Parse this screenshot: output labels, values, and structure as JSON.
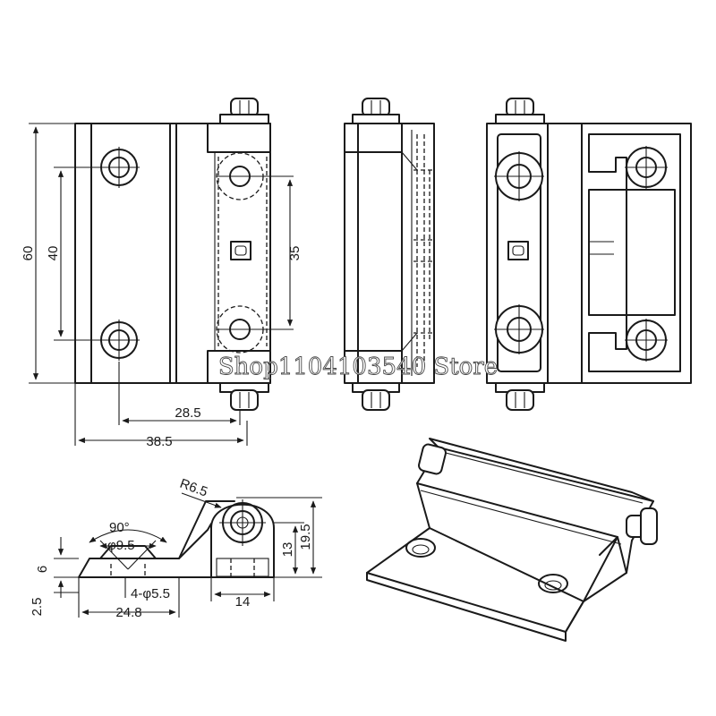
{
  "front_view": {
    "dim_height": "60",
    "dim_hole_spacing": "40",
    "dim_inner_spacing": "35",
    "dim_hole_offset": "28.5",
    "dim_width": "38.5"
  },
  "section_view": {
    "dim_radius": "R6.5",
    "dim_angle": "90°",
    "dim_countersink": "φ9.5",
    "dim_thickness": "6",
    "dim_step": "2.5",
    "dim_holes": "4-φ5.5",
    "dim_length": "24.8",
    "dim_knuckle_width": "14",
    "dim_knuckle_height": "13",
    "dim_total_height": "19.5"
  },
  "watermark": "Shop1104103540 Store"
}
